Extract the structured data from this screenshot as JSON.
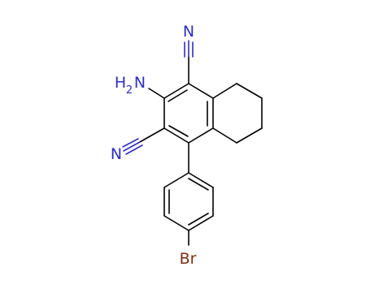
{
  "molecule": {
    "labels": {
      "nitrile_top": "N",
      "nitrile_left": "N",
      "amine_element": "H",
      "amine_count": "2",
      "amine_n": "N",
      "halogen": "Br"
    },
    "colors": {
      "bond": "#000000",
      "nitrogen": "#2e2ec0",
      "bromine": "#7b2e10"
    }
  }
}
